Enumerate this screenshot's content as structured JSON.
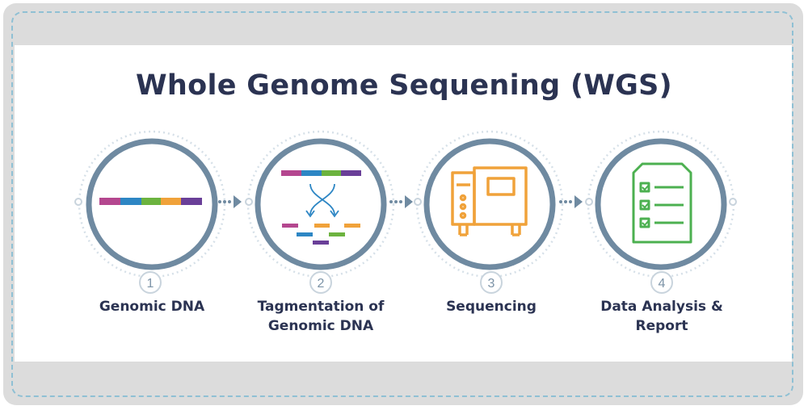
{
  "title": "Whole Genome Sequening (WGS)",
  "steps": [
    {
      "number": "1",
      "label": "Genomic DNA",
      "icon": "dna-strand-icon"
    },
    {
      "number": "2",
      "label_line1": "Tagmentation of",
      "label_line2": "Genomic DNA",
      "icon": "tagmentation-icon"
    },
    {
      "number": "3",
      "label": "Sequencing",
      "icon": "sequencer-icon"
    },
    {
      "number": "4",
      "label_line1": "Data Analysis &",
      "label_line2": "Report",
      "icon": "report-checklist-icon"
    }
  ],
  "colors": {
    "ring": "#6f8aa1",
    "outer_ring": "#d6e0e8",
    "title": "#2b3352",
    "dna": [
      "#b4478f",
      "#2d86c4",
      "#6cb33f",
      "#f0a23a",
      "#6a3f98"
    ],
    "sequencer": "#f0a23a",
    "report": "#4cb050"
  }
}
